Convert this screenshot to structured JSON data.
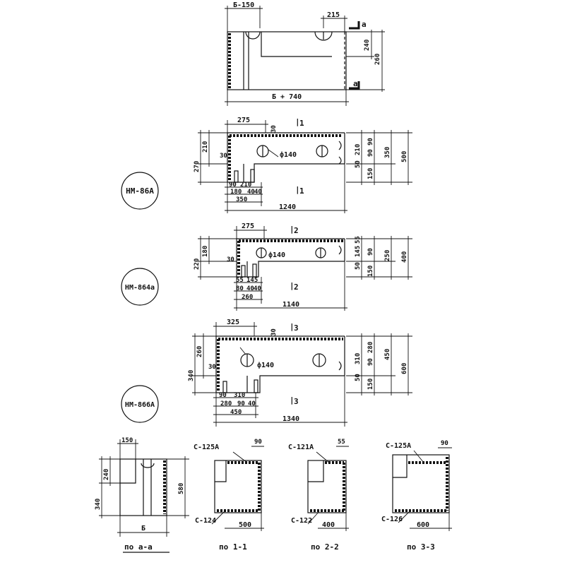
{
  "plan": {
    "dim_b150": "Б-150",
    "dim_215": "215",
    "dim_b740": "Б + 740",
    "dim_240": "240",
    "dim_260": "260",
    "section_a": "а"
  },
  "mark_1": {
    "badge": "НМ-86А",
    "dims": {
      "top_275": "275",
      "v30": "30",
      "left_270": "270",
      "left_210": "210",
      "d30": "30",
      "hole": "ф140",
      "b1": "90",
      "b2": "210",
      "b3": "180",
      "b4": "40",
      "b5": "40",
      "b_total": "350",
      "total_len": "1240",
      "r_50": "50",
      "r_210": "210",
      "r_90": "90",
      "r_90b": "90",
      "r_150": "150",
      "r_350": "350",
      "r_500": "500"
    },
    "cut": "1"
  },
  "mark_2": {
    "badge": "НМ-864а",
    "dims": {
      "top_275": "275",
      "left_220": "220",
      "left_180": "180",
      "d30": "30",
      "hole": "ф140",
      "b1": "55",
      "b2": "145",
      "b3": "80",
      "b4": "40",
      "b5": "40",
      "b_total": "260",
      "total_len": "1140",
      "r_50": "50",
      "r_145": "145",
      "r_55": "55",
      "r_90": "90",
      "r_150": "150",
      "r_250": "250",
      "r_400": "400"
    },
    "cut": "2"
  },
  "mark_3": {
    "badge": "НМ-866А",
    "dims": {
      "top_325": "325",
      "v30": "30",
      "left_340": "340",
      "left_260": "260",
      "d30": "30",
      "hole": "ф140",
      "b1": "90",
      "b2": "310",
      "b3": "280",
      "b4": "90",
      "b5": "40",
      "b_total": "450",
      "total_len": "1340",
      "r_50": "50",
      "r_310": "310",
      "r_90": "90",
      "r_280": "280",
      "r_150": "150",
      "r_450": "450",
      "r_600": "600"
    },
    "cut": "3"
  },
  "sections": [
    {
      "label": "по  а-а",
      "dims": [
        "150",
        "340",
        "240",
        "580",
        "Б"
      ]
    },
    {
      "label": "по 1-1",
      "rebar_top": "С-125А",
      "top_dim": "90",
      "rebar_bottom": "С-124",
      "width": "500"
    },
    {
      "label": "по 2-2",
      "rebar_top": "С-121А",
      "top_dim": "55",
      "rebar_bottom": "С-122",
      "width": "400"
    },
    {
      "label": "по 3-3",
      "rebar_top": "С-125А",
      "top_dim": "90",
      "rebar_bottom": "С-126",
      "width": "600"
    }
  ]
}
